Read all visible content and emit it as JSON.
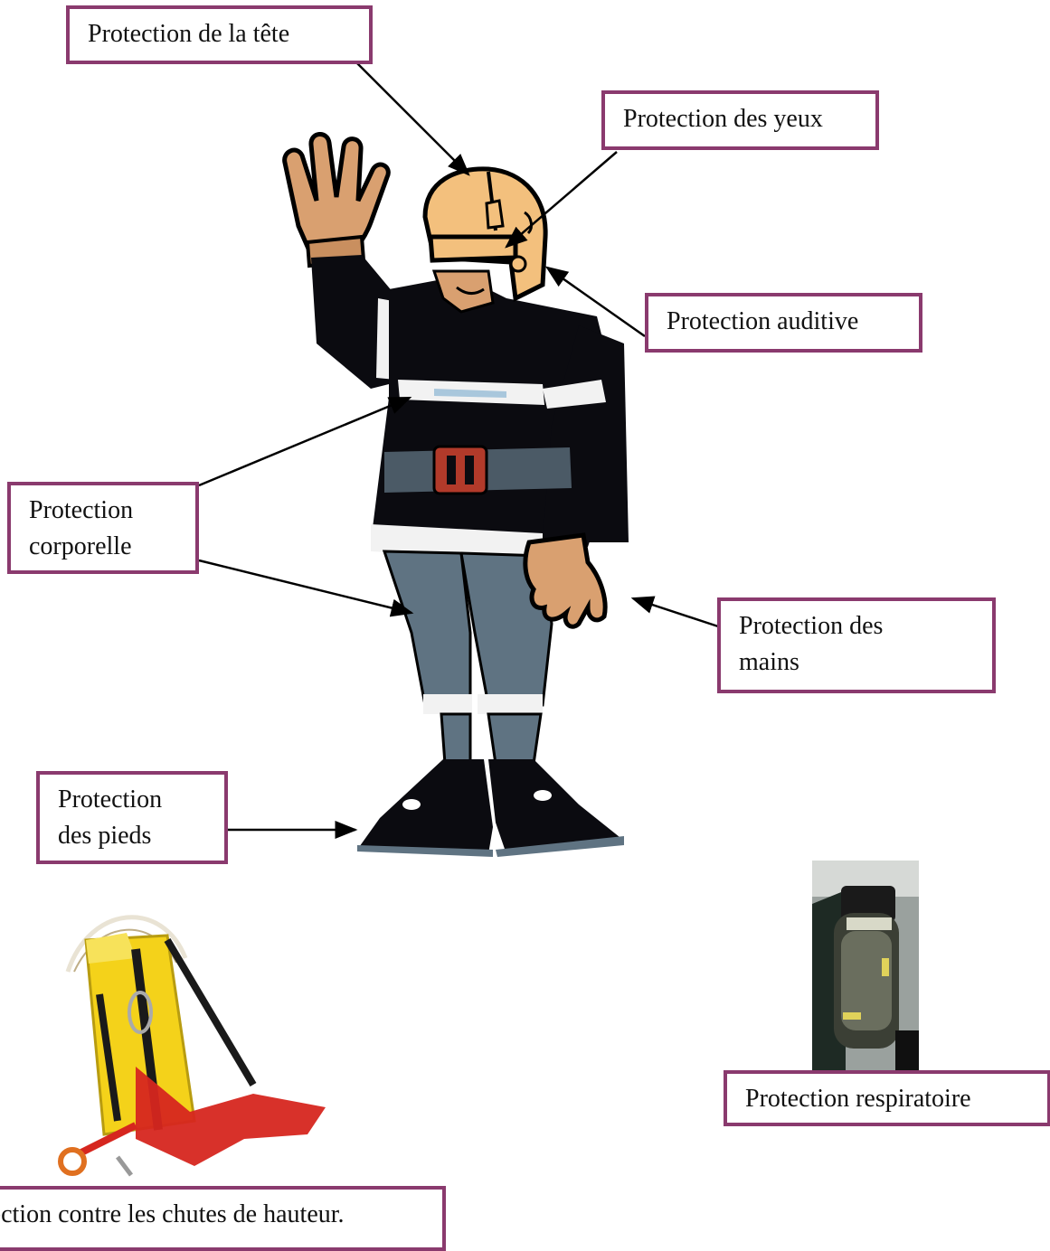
{
  "labels": {
    "head": "Protection de la tête",
    "eyes": "Protection des yeux",
    "hearing": "Protection auditive",
    "body_line1": "Protection",
    "body_line2": "corporelle",
    "hands_line1": "Protection des",
    "hands_line2": "mains",
    "feet_line1": "Protection",
    "feet_line2": "des pieds",
    "respiratory": "Protection respiratoire",
    "falls": "Protection contre les chutes de hauteur."
  },
  "icons": {
    "firefighter": "firefighter-illustration",
    "harness": "fall-arrest-harness-bag",
    "breathing": "breathing-apparatus-cylinder"
  },
  "colors": {
    "label_border": "#8a3a6e",
    "arrow": "#000000",
    "uniform": "#0b0b10",
    "trousers": "#5f7382",
    "skin_glove": "#d9a070",
    "helmet": "#f3c07d",
    "reflective": "#f2f2f2",
    "buckle": "#b23a2a"
  }
}
